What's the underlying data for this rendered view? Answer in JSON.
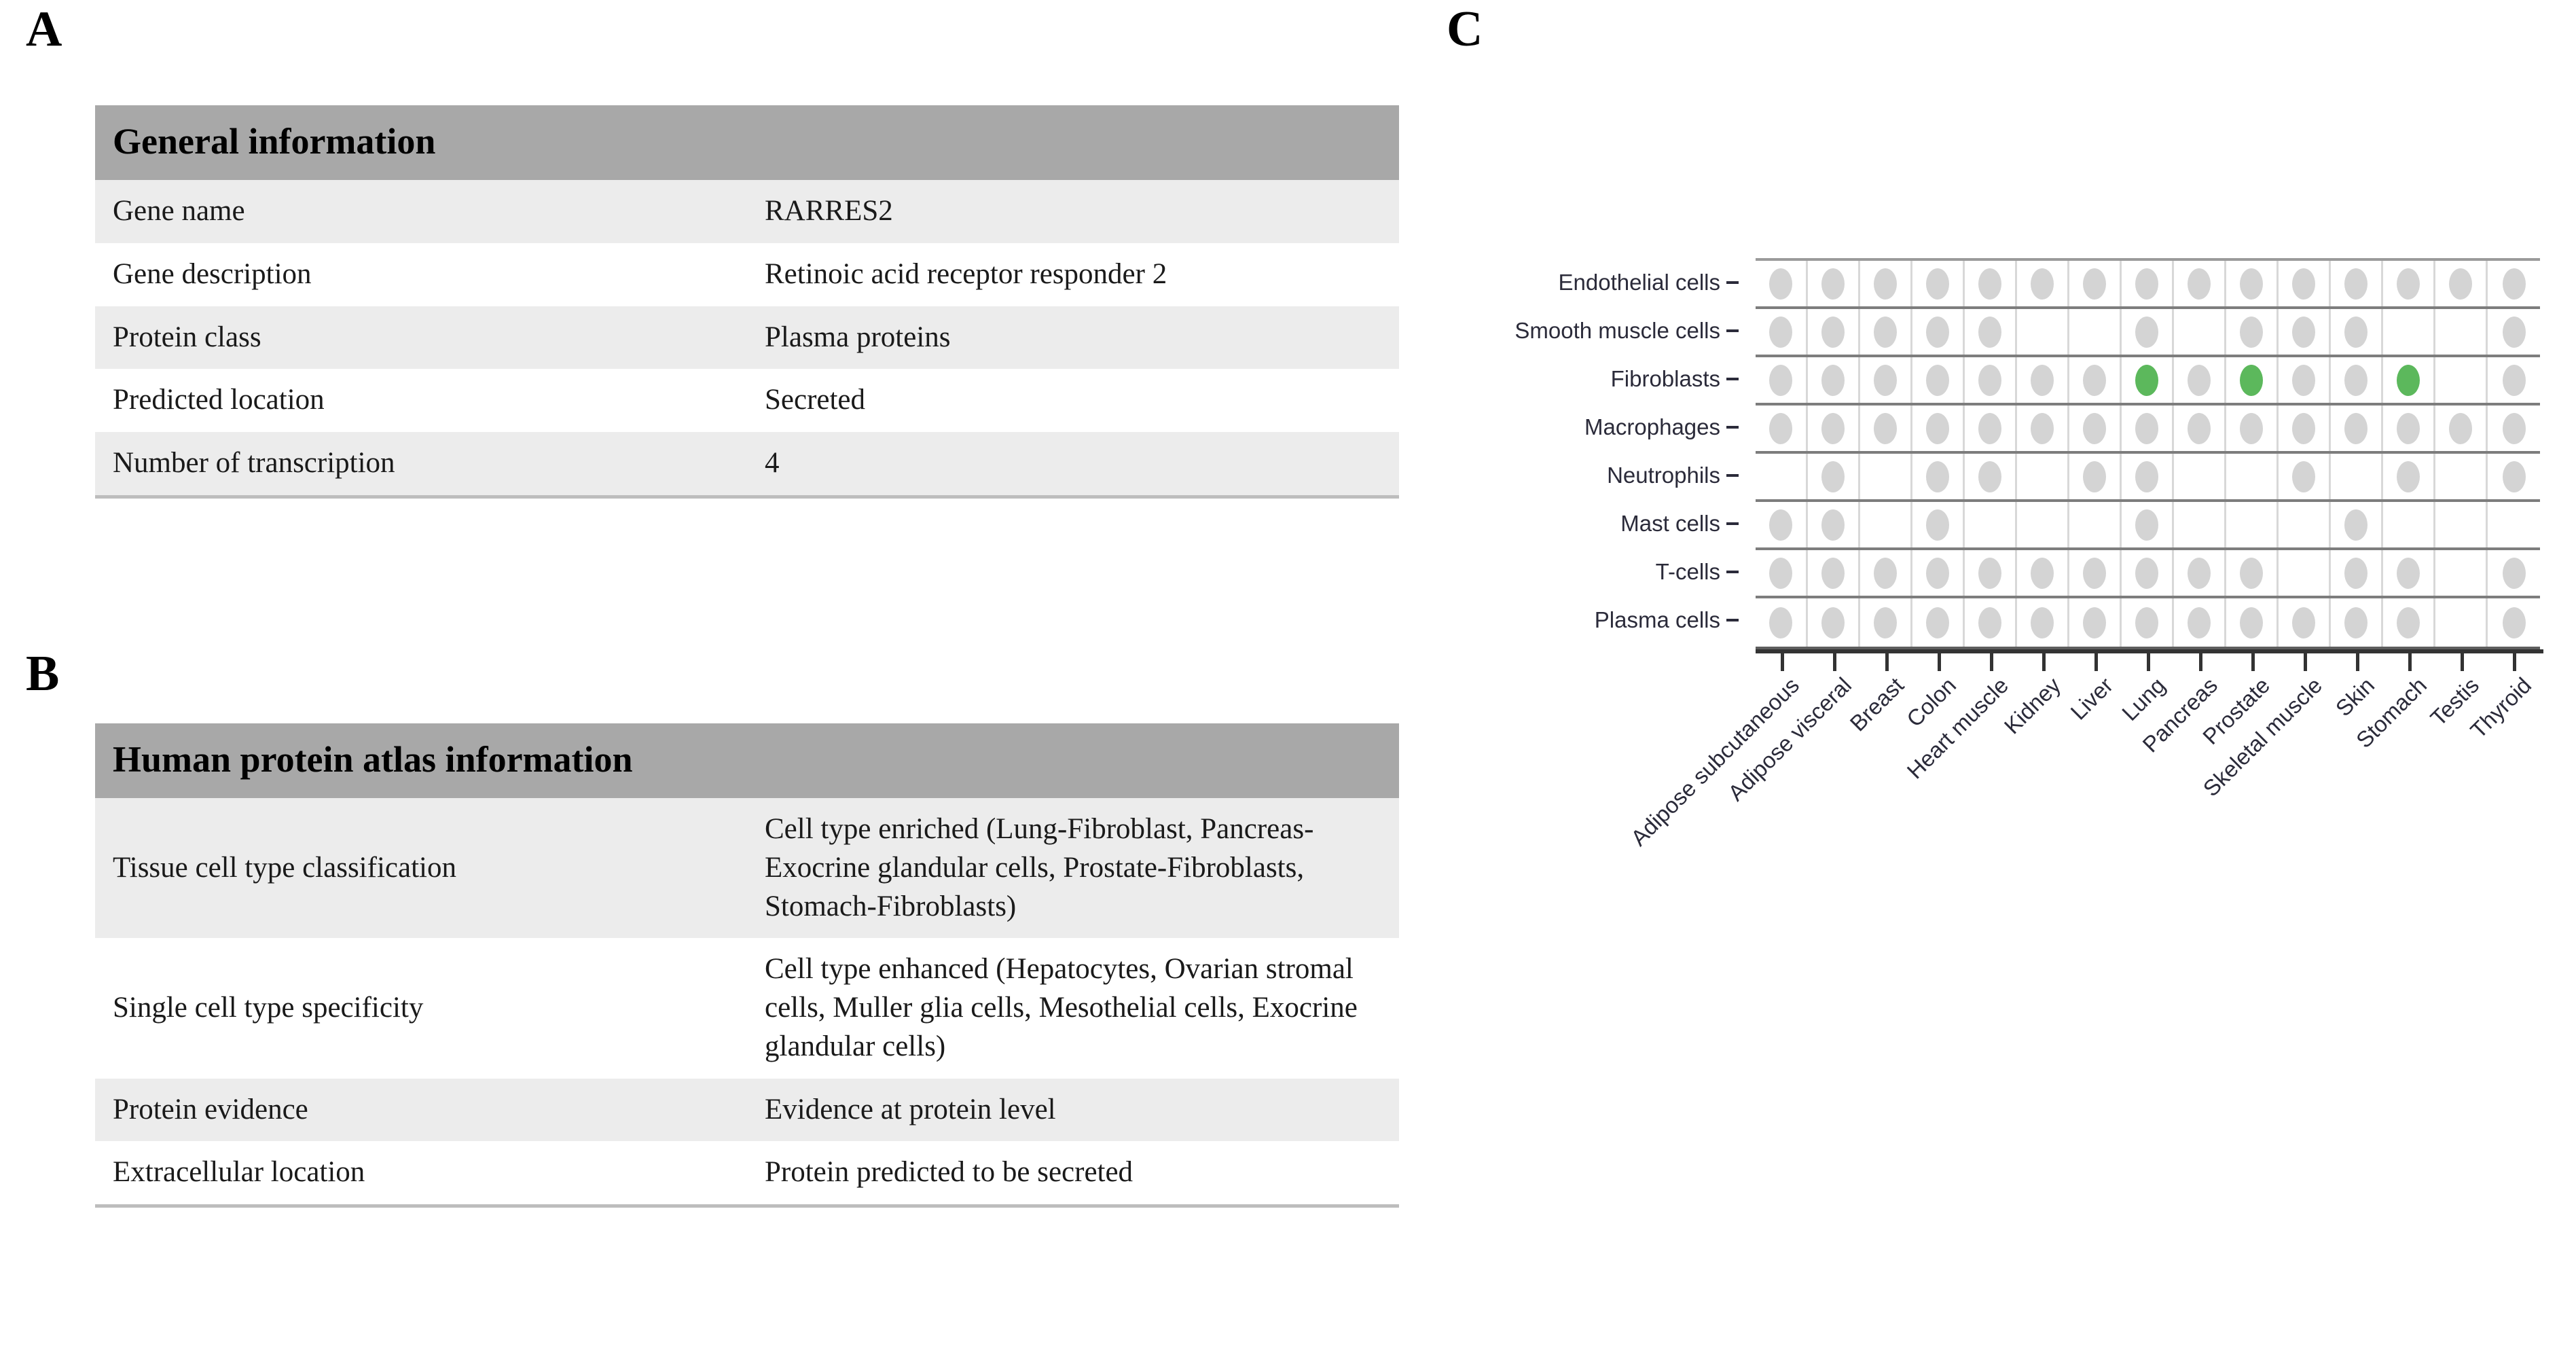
{
  "panels": {
    "a_letter": "A",
    "b_letter": "B",
    "c_letter": "C"
  },
  "table_a": {
    "title": "General information",
    "rows": [
      {
        "key": "Gene name",
        "value": "RARRES2"
      },
      {
        "key": "Gene description",
        "value": "Retinoic acid receptor responder 2"
      },
      {
        "key": "Protein class",
        "value": "Plasma proteins"
      },
      {
        "key": "Predicted location",
        "value": "Secreted"
      },
      {
        "key": "Number of transcription",
        "value": "4"
      }
    ]
  },
  "table_b": {
    "title": "Human protein atlas information",
    "rows": [
      {
        "key": "Tissue cell type classification",
        "value": "Cell type enriched (Lung-Fibroblast, Pancreas-Exocrine glandular cells, Prostate-Fibroblasts, Stomach-Fibroblasts)"
      },
      {
        "key": "Single cell type specificity",
        "value": "Cell type enhanced (Hepatocytes, Ovarian stromal cells, Muller glia cells, Mesothelial cells, Exocrine glandular cells)"
      },
      {
        "key": "Protein evidence",
        "value": "Evidence at  protein level"
      },
      {
        "key": "Extracellular location",
        "value": "Protein predicted to be secreted"
      }
    ]
  },
  "colors": {
    "dot_present": "#d4d4d4",
    "dot_enriched": "#5cb85c",
    "header_bar": "#a8a8a8",
    "row_shaded": "#ececec"
  },
  "chart_data": {
    "type": "heatmap",
    "title": "",
    "xlabel": "",
    "ylabel": "",
    "grid": true,
    "legend": "none",
    "categories": [
      "Adipose subcutaneous",
      "Adipose visceral",
      "Breast",
      "Colon",
      "Heart muscle",
      "Kidney",
      "Liver",
      "Lung",
      "Pancreas",
      "Prostate",
      "Skeletal muscle",
      "Skin",
      "Stomach",
      "Testis",
      "Thyroid"
    ],
    "rows": [
      "Endothelial cells",
      "Smooth muscle cells",
      "Fibroblasts",
      "Macrophages",
      "Neutrophils",
      "Mast cells",
      "T-cells",
      "Plasma cells"
    ],
    "value_legend": {
      "0": "not detected (empty cell)",
      "1": "detected (grey dot)",
      "2": "cell type enriched (green dot)"
    },
    "values": [
      [
        1,
        1,
        1,
        1,
        1,
        1,
        1,
        1,
        1,
        1,
        1,
        1,
        1,
        1,
        1
      ],
      [
        1,
        1,
        1,
        1,
        1,
        0,
        0,
        1,
        0,
        1,
        1,
        1,
        0,
        0,
        1
      ],
      [
        1,
        1,
        1,
        1,
        1,
        1,
        1,
        2,
        1,
        2,
        1,
        1,
        2,
        0,
        1
      ],
      [
        1,
        1,
        1,
        1,
        1,
        1,
        1,
        1,
        1,
        1,
        1,
        1,
        1,
        1,
        1
      ],
      [
        0,
        1,
        0,
        1,
        1,
        0,
        1,
        1,
        0,
        0,
        1,
        0,
        1,
        0,
        1
      ],
      [
        1,
        1,
        0,
        1,
        0,
        0,
        0,
        1,
        0,
        0,
        0,
        1,
        0,
        0,
        0
      ],
      [
        1,
        1,
        1,
        1,
        1,
        1,
        1,
        1,
        1,
        1,
        0,
        1,
        1,
        0,
        1
      ],
      [
        1,
        1,
        1,
        1,
        1,
        1,
        1,
        1,
        1,
        1,
        1,
        1,
        1,
        0,
        1
      ]
    ]
  }
}
